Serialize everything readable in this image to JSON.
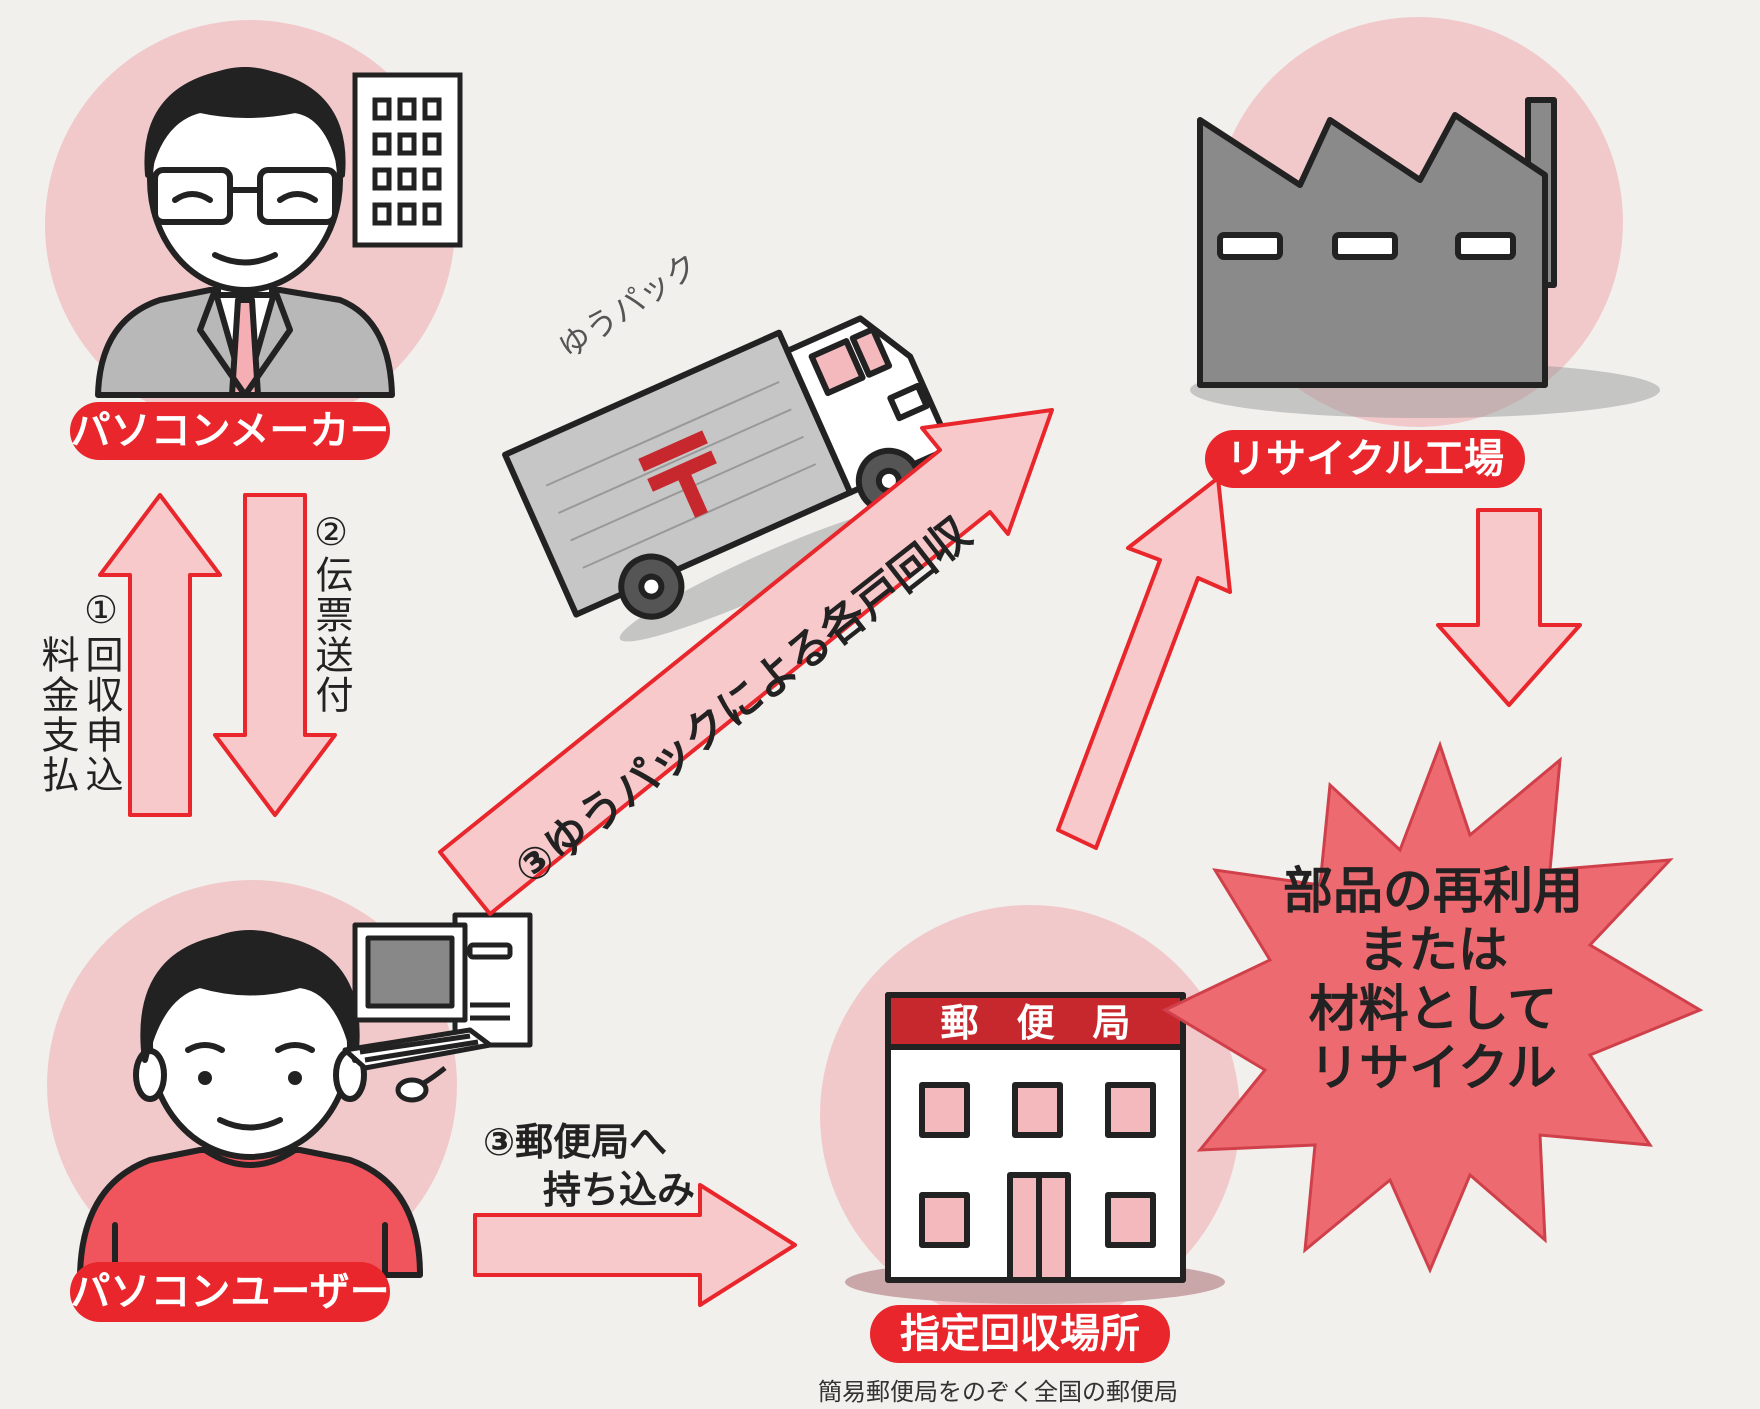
{
  "nodes": {
    "maker": {
      "label": "パソコンメーカー"
    },
    "user": {
      "label": "パソコンユーザー"
    },
    "factory": {
      "label": "リサイクル工場"
    },
    "post_office": {
      "label": "指定回収場所",
      "sign": "郵　便　局",
      "note": "簡易郵便局をのぞく全国の郵便局"
    }
  },
  "arrows": {
    "step1": {
      "num": "①",
      "line1": "回収申込",
      "line2": "料金支払"
    },
    "step2": {
      "num": "②",
      "text": "伝票送付"
    },
    "step3_pack": {
      "text": "③ゆうパックによる各戸回収"
    },
    "step3_office": {
      "line1": "③郵便局へ",
      "line2": "持ち込み"
    }
  },
  "truck": {
    "label": "ゆうパック"
  },
  "burst": {
    "lines": [
      "部品の再利用",
      "または",
      "材料として",
      "リサイクル"
    ]
  },
  "colors": {
    "accent_red": "#e8262b",
    "circle_pink": "#f1c9cb",
    "arrow_fill": "#f7c9cb",
    "arrow_stroke": "#e8262b",
    "burst_fill": "#ee6a71",
    "factory_gray": "#8a8a8a",
    "background": "#f1f0ec"
  }
}
